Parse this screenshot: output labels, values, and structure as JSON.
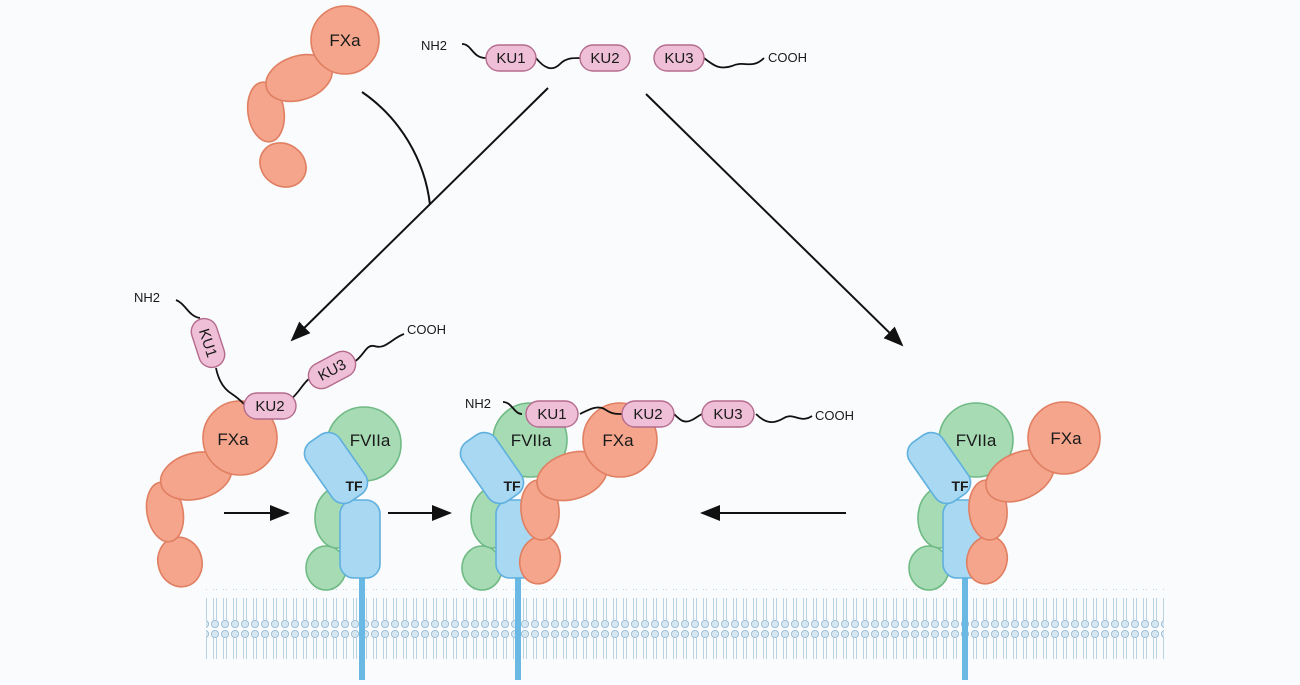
{
  "labels": {
    "fxa": "FXa",
    "fviia": "FVIIa",
    "tf": "TF",
    "ku1": "KU1",
    "ku2": "KU2",
    "ku3": "KU3",
    "nh2": "NH2",
    "cooh": "COOH"
  },
  "colors": {
    "fxa_fill": "#f4a58c",
    "fxa_stroke": "#e07f62",
    "fviia_fill": "#a7dbb4",
    "fviia_stroke": "#6fba84",
    "tf_fill": "#a9d8f2",
    "tf_stroke": "#5fb0de",
    "ku_fill": "#eebfd6",
    "ku_stroke": "#b46b8e",
    "membrane": "#b8d2e3",
    "background": "#fafbfc"
  }
}
